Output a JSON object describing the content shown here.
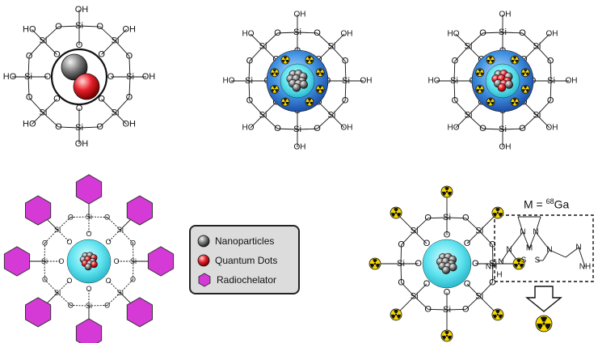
{
  "labels": {
    "si": "Si",
    "o": "O",
    "oh": "OH",
    "ho": "HO",
    "n": "N",
    "h": "H",
    "nh": "NH",
    "s": "S",
    "m": "M"
  },
  "legend": {
    "items": [
      {
        "label": "Nanoparticles",
        "icon": "gray-sphere-icon",
        "color": "#6e6e6e"
      },
      {
        "label": "Quantum Dots",
        "icon": "red-sphere-icon",
        "color": "#e02020"
      },
      {
        "label": "Radiochelator",
        "icon": "magenta-hexagon-icon",
        "color": "#d63ad6"
      }
    ]
  },
  "metal": {
    "prefix": "M = ",
    "isotope": "68",
    "element": "Ga"
  },
  "colors": {
    "shell_blue": "#2f6fd0",
    "shell_cyan": "#46dcea",
    "chelator": "#d63ad6",
    "radiation_yellow": "#f5d800"
  }
}
